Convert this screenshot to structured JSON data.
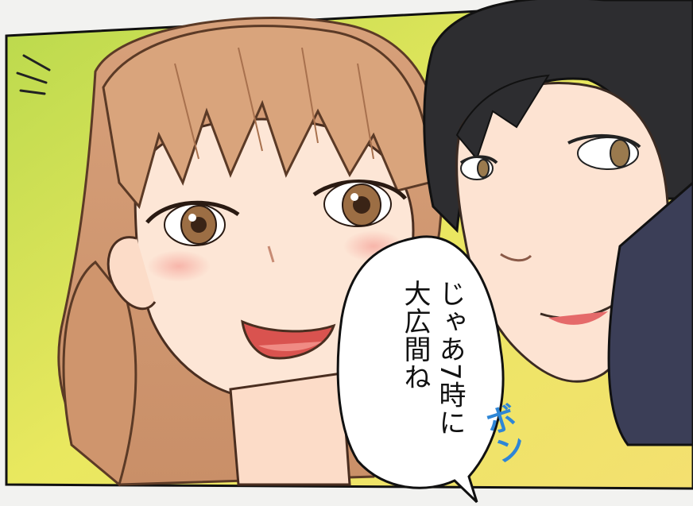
{
  "panel": {
    "speech_lines": [
      "じゃあ7時に",
      "大広間ね"
    ],
    "sound_effect": "ボン",
    "colors": {
      "background_yellow": "#e8e45a",
      "background_green": "#b8d84a",
      "hair_girl": "#d9a47c",
      "hair_man": "#2c2c2e",
      "skin": "#fde3d2",
      "shirt_man": "#3a3d56",
      "sfx_blue": "#2e86d6"
    }
  }
}
